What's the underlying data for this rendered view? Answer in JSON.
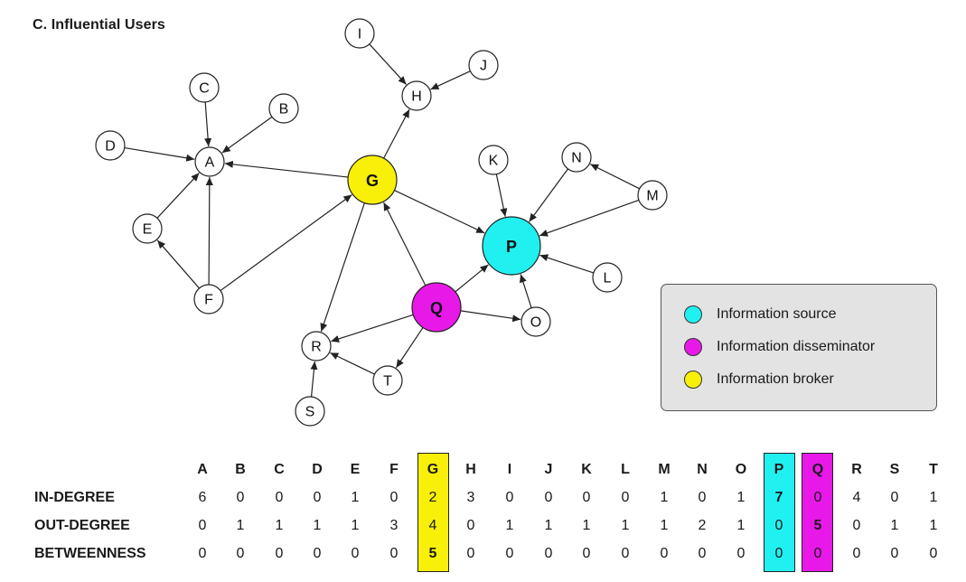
{
  "panel": {
    "title": "C. Influential Users"
  },
  "colors": {
    "source": "#21f0f0",
    "disseminator": "#e819e8",
    "broker": "#f8f009",
    "plain": "#ffffff"
  },
  "nodes": [
    {
      "id": "A",
      "role": "plain"
    },
    {
      "id": "B",
      "role": "plain"
    },
    {
      "id": "C",
      "role": "plain"
    },
    {
      "id": "D",
      "role": "plain"
    },
    {
      "id": "E",
      "role": "plain"
    },
    {
      "id": "F",
      "role": "plain"
    },
    {
      "id": "G",
      "role": "broker"
    },
    {
      "id": "H",
      "role": "plain"
    },
    {
      "id": "I",
      "role": "plain"
    },
    {
      "id": "J",
      "role": "plain"
    },
    {
      "id": "K",
      "role": "plain"
    },
    {
      "id": "L",
      "role": "plain"
    },
    {
      "id": "M",
      "role": "plain"
    },
    {
      "id": "N",
      "role": "plain"
    },
    {
      "id": "O",
      "role": "plain"
    },
    {
      "id": "P",
      "role": "source"
    },
    {
      "id": "Q",
      "role": "disseminator"
    },
    {
      "id": "R",
      "role": "plain"
    },
    {
      "id": "S",
      "role": "plain"
    },
    {
      "id": "T",
      "role": "plain"
    }
  ],
  "edges": [
    {
      "from": "C",
      "to": "A"
    },
    {
      "from": "B",
      "to": "A"
    },
    {
      "from": "D",
      "to": "A"
    },
    {
      "from": "E",
      "to": "A"
    },
    {
      "from": "F",
      "to": "A"
    },
    {
      "from": "G",
      "to": "A"
    },
    {
      "from": "F",
      "to": "E"
    },
    {
      "from": "F",
      "to": "G"
    },
    {
      "from": "G",
      "to": "H"
    },
    {
      "from": "I",
      "to": "H"
    },
    {
      "from": "J",
      "to": "H"
    },
    {
      "from": "G",
      "to": "P"
    },
    {
      "from": "G",
      "to": "R"
    },
    {
      "from": "Q",
      "to": "G"
    },
    {
      "from": "Q",
      "to": "P"
    },
    {
      "from": "Q",
      "to": "R"
    },
    {
      "from": "Q",
      "to": "O"
    },
    {
      "from": "Q",
      "to": "T"
    },
    {
      "from": "K",
      "to": "P"
    },
    {
      "from": "N",
      "to": "P"
    },
    {
      "from": "M",
      "to": "P"
    },
    {
      "from": "M",
      "to": "N"
    },
    {
      "from": "L",
      "to": "P"
    },
    {
      "from": "O",
      "to": "P"
    },
    {
      "from": "S",
      "to": "R"
    },
    {
      "from": "T",
      "to": "R"
    }
  ],
  "legend": [
    {
      "label": "Information source",
      "role": "source"
    },
    {
      "label": "Information disseminator",
      "role": "disseminator"
    },
    {
      "label": "Information broker",
      "role": "broker"
    }
  ],
  "table": {
    "columns": [
      "A",
      "B",
      "C",
      "D",
      "E",
      "F",
      "G",
      "H",
      "I",
      "J",
      "K",
      "L",
      "M",
      "N",
      "O",
      "P",
      "Q",
      "R",
      "S",
      "T"
    ],
    "highlight": [
      {
        "column": "G",
        "role": "broker"
      },
      {
        "column": "P",
        "role": "source"
      },
      {
        "column": "Q",
        "role": "disseminator"
      }
    ],
    "rows": [
      {
        "label": "IN-DEGREE",
        "values": [
          "6",
          "0",
          "0",
          "0",
          "1",
          "0",
          "2",
          "3",
          "0",
          "0",
          "0",
          "0",
          "1",
          "0",
          "1",
          "7",
          "0",
          "4",
          "0",
          "1"
        ],
        "bold_column": "P"
      },
      {
        "label": "OUT-DEGREE",
        "values": [
          "0",
          "1",
          "1",
          "1",
          "1",
          "3",
          "4",
          "0",
          "1",
          "1",
          "1",
          "1",
          "1",
          "2",
          "1",
          "0",
          "5",
          "0",
          "1",
          "1"
        ],
        "bold_column": "Q"
      },
      {
        "label": "BETWEENNESS",
        "values": [
          "0",
          "0",
          "0",
          "0",
          "0",
          "0",
          "5",
          "0",
          "0",
          "0",
          "0",
          "0",
          "0",
          "0",
          "0",
          "0",
          "0",
          "0",
          "0",
          "0"
        ],
        "bold_column": "G"
      }
    ]
  }
}
